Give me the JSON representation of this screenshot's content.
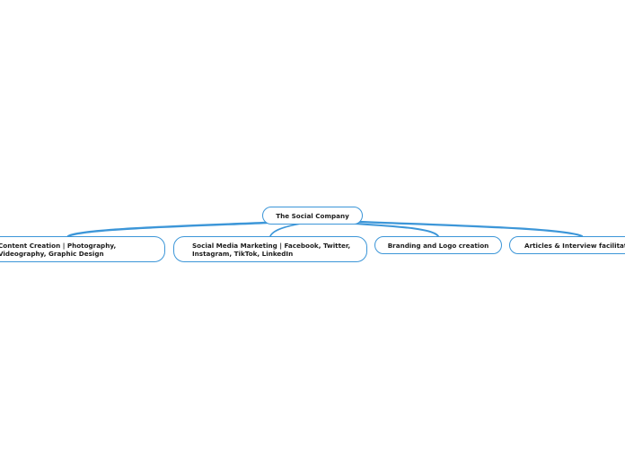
{
  "colors": {
    "connector": "#3c96d8",
    "border": "#3c96d8",
    "text": "#1b1b1b",
    "background": "#ffffff"
  },
  "mindmap": {
    "root": {
      "label": "The Social Company"
    },
    "children": [
      {
        "label": "Content Creation | Photography, Videography, Graphic Design"
      },
      {
        "label": "Social Media Marketing | Facebook, Twitter, Instagram, TikTok, LinkedIn"
      },
      {
        "label": "Branding and Logo creation"
      },
      {
        "label": "Articles & Interview facilitation"
      }
    ]
  }
}
